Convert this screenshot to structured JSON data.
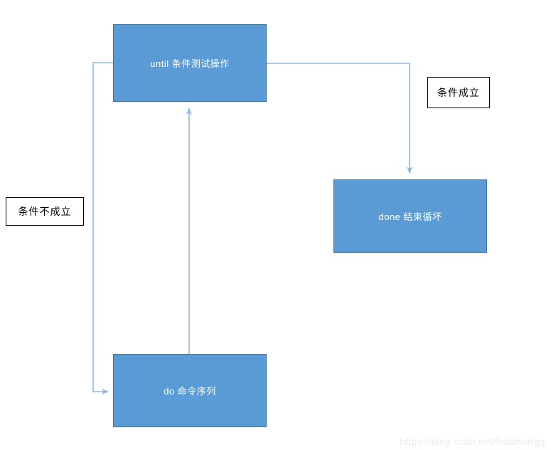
{
  "diagram": {
    "title": "until loop flowchart",
    "accent_fill": "#5B9BD5",
    "accent_border": "#41719C",
    "connector_color": "#8FB8E0",
    "nodes": [
      {
        "id": "until",
        "label": "until 条件测试操作"
      },
      {
        "id": "done",
        "label": "done 结束循坏"
      },
      {
        "id": "do",
        "label": "do 命令序列"
      }
    ],
    "edge_labels": [
      {
        "id": "true",
        "label": "条件成立"
      },
      {
        "id": "false",
        "label": "条件不成立"
      }
    ]
  },
  "watermark": {
    "text": "https://blog.csdn.net/hotshortgg"
  }
}
